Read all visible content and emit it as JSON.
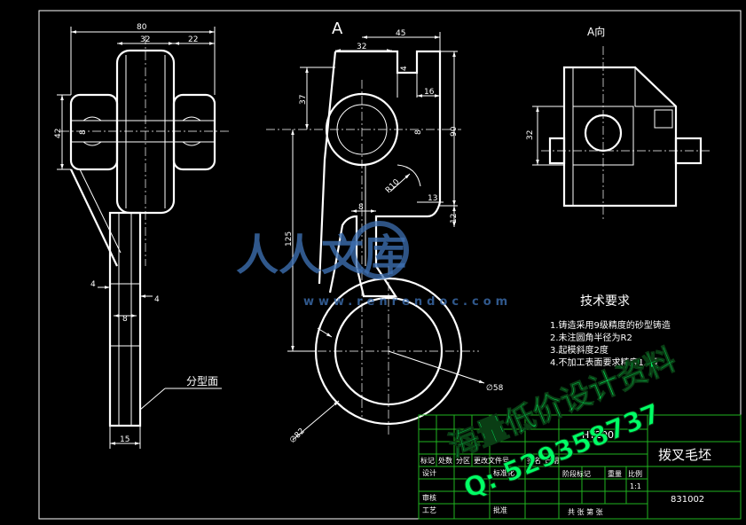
{
  "view_label": "A",
  "view_direction_label": "A向",
  "dimensions": {
    "d80": "80",
    "d32_top": "32",
    "d22": "22",
    "d42": "42",
    "d8_left": "8",
    "d4_left": "4",
    "d4_right": "4",
    "d8_lower": "8",
    "d15": "15",
    "d32_mid": "32",
    "d45": "45",
    "d4_mid": "4",
    "d37": "37",
    "d16": "16",
    "d8_mid": "8",
    "d90": "90",
    "r10": "R10",
    "d13": "13",
    "d8_web": "8",
    "d125": "125",
    "d12": "12",
    "phi58": "∅58",
    "phi82": "∅82",
    "d32_right": "32"
  },
  "parting_label": "分型面",
  "tech": {
    "title": "技术要求",
    "items": [
      "1.铸造采用9级精度的砂型铸造",
      "2.未注圆角半径为R2",
      "3.起模斜度2度",
      "4.不加工表面要求精度12级"
    ]
  },
  "title_block": {
    "material": "HT200",
    "part_name": "拨叉毛坯",
    "drawing_no": "831002",
    "rev_header": [
      "标记",
      "处数",
      "分区",
      "更改文件号",
      "签名",
      "日期"
    ],
    "rows": [
      "设计",
      "审核",
      "工艺"
    ],
    "std": "标准化",
    "approve": "批准",
    "stage": "阶段标记",
    "weight": "重量",
    "scale_h": "比例",
    "scale": "1:1",
    "sheets": "共  张 第  张"
  },
  "watermarks": {
    "site_name": "人人文库",
    "site_url": "www.renrendoc.com",
    "ad_text": "海量低价设计资料",
    "qq": "Q: 529358737"
  },
  "colors": {
    "background": "#000000",
    "lines": "#ffffff",
    "grid": "#1fb51f",
    "ad": "#00ff66",
    "watermark": "#3d6fb0"
  }
}
